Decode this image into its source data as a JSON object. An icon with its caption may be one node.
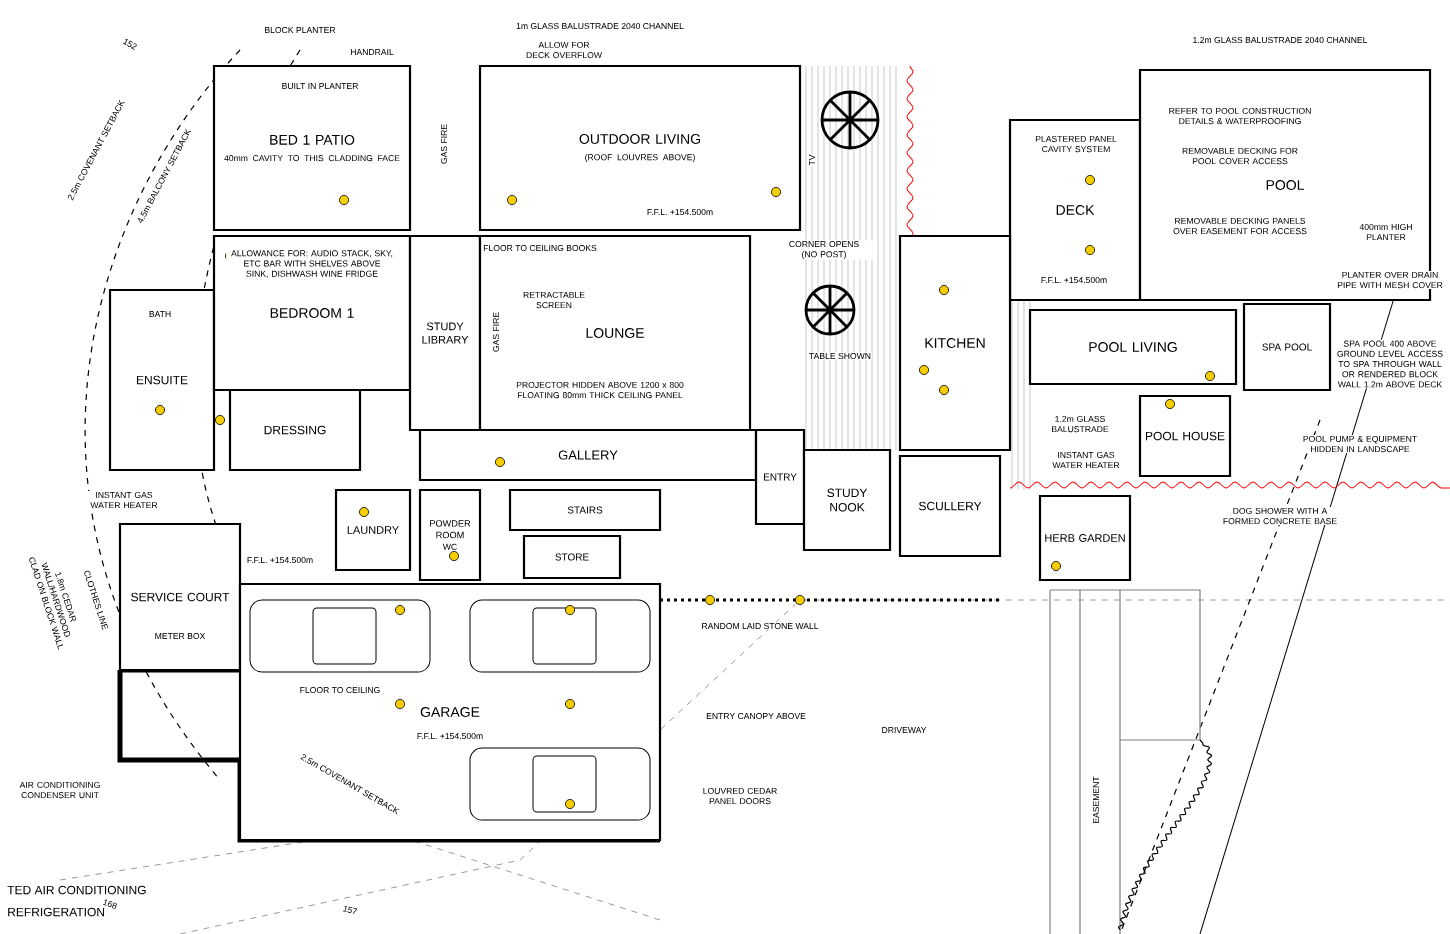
{
  "diagram": {
    "nodes": [
      {
        "text": [
          "BED 1 PATIO",
          "40mm CAVITY TO THIS CLADDING FACE"
        ]
      },
      {
        "text": [
          "OUTDOOR LIVING",
          "(ROOF LOUVRES ABOVE)"
        ]
      },
      {
        "text": [
          "DECK"
        ]
      },
      {
        "text": [
          "POOL"
        ]
      },
      {
        "text": [
          "ENSUITE"
        ]
      },
      {
        "text": [
          "BEDROOM 1"
        ]
      },
      {
        "text": [
          "STUDY LIBRARY"
        ]
      },
      {
        "text": [
          "LOUNGE"
        ]
      },
      {
        "text": [
          "KITCHEN"
        ]
      },
      {
        "text": [
          "SPA POOL"
        ]
      },
      {
        "text": [
          "POOL LIVING"
        ]
      },
      {
        "text": [
          "DRESSING"
        ]
      },
      {
        "text": [
          "POOL HOUSE"
        ]
      },
      {
        "text": [
          "GALLERY"
        ]
      },
      {
        "text": [
          "ENTRY"
        ]
      },
      {
        "text": [
          "STUDY NOOK"
        ]
      },
      {
        "text": [
          "SCULLERY"
        ]
      },
      {
        "text": [
          "LAUNDRY"
        ]
      },
      {
        "text": [
          "POWDER ROOM",
          "WC"
        ]
      },
      {
        "text": [
          "STAIRS"
        ]
      },
      {
        "text": [
          "HERB GARDEN"
        ]
      },
      {
        "text": [
          "STORE"
        ]
      },
      {
        "text": [
          "SERVICE COURT"
        ]
      },
      {
        "text": [
          "GARAGE"
        ]
      }
    ],
    "labels": [
      "BLOCK PLANTER",
      "1m GLASS BALUSTRADE 2040 CHANNEL",
      "1.2m GLASS BALUSTRADE 2040 CHANNEL",
      "152",
      "HANDRAIL",
      "ALLOW FOR DECK OVERFLOW",
      "BUILT IN PLANTER",
      "2.5m COVENANT SETBACK",
      "4.5m BALCONY SETBACK",
      "GAS FIRE",
      "TV",
      "PLASTERED PANEL CAVITY SYSTEM",
      "REFER TO POOL CONSTRUCTION DETAILS & WATERPROOFING",
      "REMOVABLE DECKING FOR POOL COVER ACCESS",
      "F.F.L. +154.500m",
      "REMOVABLE DECKING PANELS OVER EASEMENT FOR ACCESS",
      "400mm HIGH PLANTER",
      "ALLOWANCE FOR: AUDIO STACK, SKY, ETC BAR WITH SHELVES ABOVE SINK, DISHWASH WINE FRIDGE",
      "FLOOR TO CEILING BOOKS",
      "CORNER OPENS (NO POST)",
      "F.F.L. +154.500m",
      "PLANTER OVER DRAIN PIPE WITH MESH COVER",
      "RETRACTABLE SCREEN",
      "GAS FIRE",
      "BATH",
      "TABLE SHOWN",
      "SPA POOL 400 ABOVE GROUND LEVEL ACCESS TO SPA THROUGH WALL OR RENDERED BLOCK WALL 1.2m ABOVE DECK",
      "PROJECTOR HIDDEN ABOVE 1200 x 800 FLOATING 80mm THICK CEILING PANEL",
      "1.2m GLASS BALUSTRADE",
      "POOL PUMP & EQUIPMENT HIDDEN IN LANDSCAPE",
      "INSTANT GAS WATER HEATER",
      "INSTANT GAS WATER HEATER",
      "DOG SHOWER WITH A FORMED CONCRETE BASE",
      "F.F.L. +154.500m",
      "CLOTHES LINE",
      "1.8m CEDAR WALL/HARDWOOD CLAD ON BLOCK WALL",
      "METER BOX",
      "FLOOR TO CEILING",
      "F.F.L. +154.500m",
      "RANDOM LAID STONE WALL",
      "AIR CONDITIONING CONDENSER UNIT",
      "ENTRY CANOPY ABOVE",
      "DRIVEWAY",
      "2.5m COVENANT SETBACK",
      "LOUVRED CEDAR PANEL DOORS",
      "EASEMENT",
      "TED AIR CONDITIONING",
      "REFRIGERATION",
      "168",
      "157"
    ]
  }
}
